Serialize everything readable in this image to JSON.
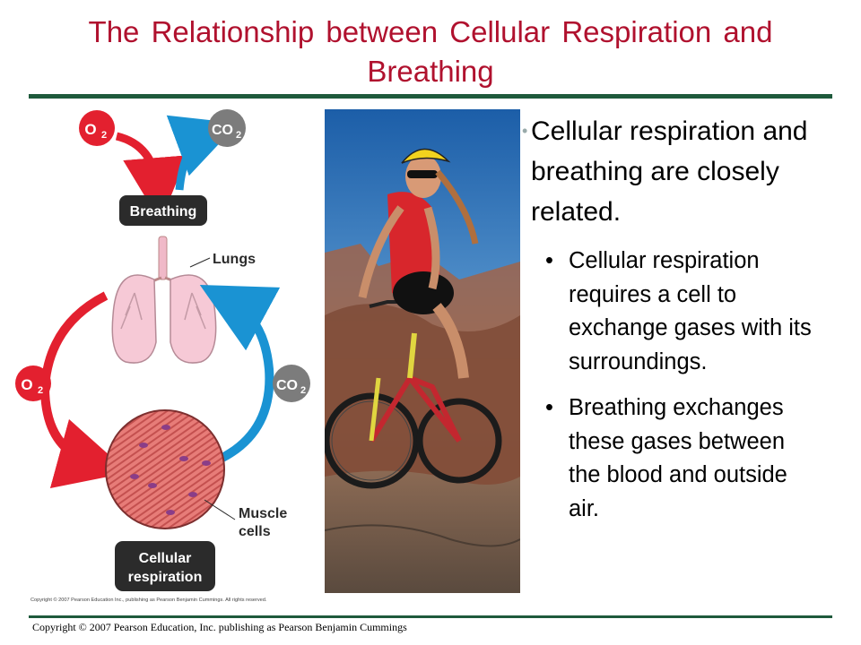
{
  "slide": {
    "title": "The Relationship between Cellular Respiration and Breathing",
    "footer": "Copyright © 2007 Pearson Education, Inc. publishing as Pearson Benjamin Cummings"
  },
  "diagram": {
    "o2_top": "O",
    "o2_top_sub": "2",
    "co2_top": "CO",
    "co2_top_sub": "2",
    "breathing_label": "Breathing",
    "lungs_label": "Lungs",
    "o2_left": "O",
    "o2_left_sub": "2",
    "co2_right": "CO",
    "co2_right_sub": "2",
    "muscle_label_1": "Muscle",
    "muscle_label_2": "cells",
    "cellular_label_1": "Cellular",
    "cellular_label_2": "respiration",
    "copyright": "Copyright © 2007 Pearson Education Inc., publishing as Pearson Benjamin Cummings. All rights reserved.",
    "colors": {
      "red": "#e3202f",
      "blue": "#1a93d3",
      "dark": "#2b2b2b",
      "lung": "#f6c9d6",
      "muscle": "#e0706d"
    }
  },
  "content": {
    "main_bullet": "Cellular respiration and breathing are closely related.",
    "sub_bullets": [
      "Cellular respiration requires a cell to exchange gases with its surroundings.",
      "Breathing exchanges these gases between the blood and outside air."
    ],
    "bullet_glyph": "•"
  }
}
